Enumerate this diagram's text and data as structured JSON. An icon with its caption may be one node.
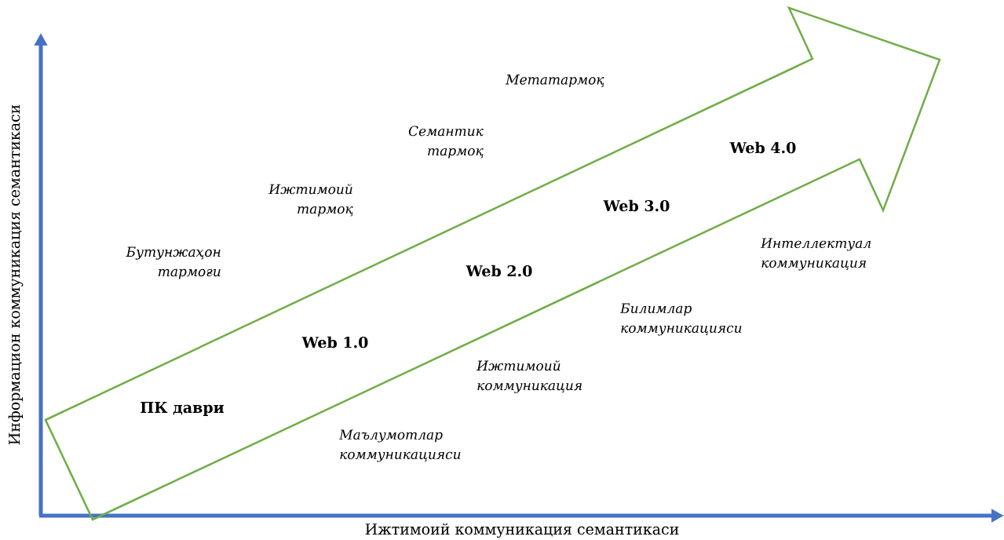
{
  "diagram": {
    "nodes": [
      {
        "text": [
          "ПК даври",
          "Web 1.0",
          "Web 2.0",
          "Web 3.0",
          "Web 4.0"
        ]
      }
    ],
    "labels": [
      "Метатармоқ",
      "Семантик тармоқ",
      "Ижтимоий тармоқ",
      "Бутунжаҳон тармоғи",
      "Интеллектуал коммуникация",
      "Билимлар коммуникацияси",
      "Ижтимоий коммуникация",
      "Маълумотлар коммуникацияси",
      "Информацион коммуникация семантикаси",
      "Ижтимоий коммуникация семантикаси"
    ]
  }
}
